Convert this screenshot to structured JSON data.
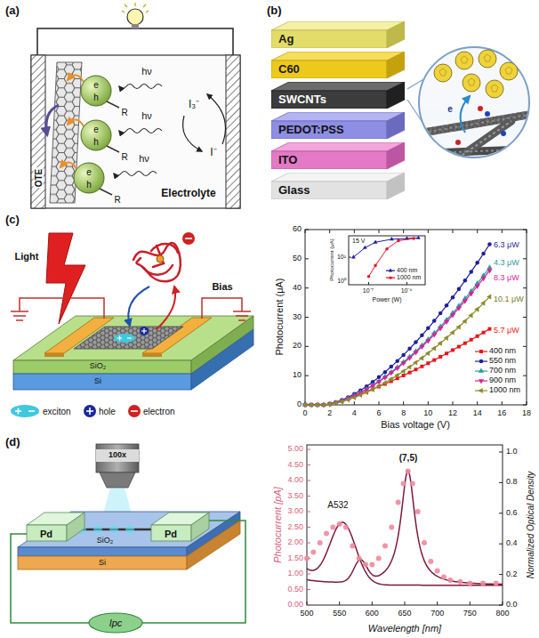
{
  "diagram": {
    "nodes": [
      {
        "text": [
          "Ag"
        ]
      },
      {
        "text": [
          "C60"
        ]
      },
      {
        "text": [
          "SWCNTs"
        ]
      },
      {
        "text": [
          "PEDOT:PSS"
        ]
      },
      {
        "text": [
          "ITO"
        ]
      },
      {
        "text": [
          "Glass"
        ]
      }
    ],
    "labels": [
      "(a)",
      "OTE",
      "Electrolyte",
      "I₃⁻",
      "I⁻",
      "hν",
      "hν",
      "hν",
      "e",
      "h",
      "e",
      "h",
      "e",
      "h",
      "R",
      "R",
      "R",
      "(b)",
      "e",
      "(c)",
      "Light",
      "SiO₂",
      "Si",
      "Bias",
      "exciton",
      "hole",
      "electron",
      "Photocurrent (μA)",
      "Bias voltage (V)",
      "0",
      "2",
      "4",
      "6",
      "8",
      "10",
      "12",
      "14",
      "16",
      "18",
      "0",
      "10",
      "20",
      "30",
      "40",
      "50",
      "60",
      "6.3 μW",
      "4.3 μW",
      "8.3 μW",
      "10.1 μW",
      "5.7 μW",
      "15 V",
      "Photocurrent (μA)",
      "Power (W)",
      "10¹",
      "10⁰",
      "10⁻⁷",
      "10⁻⁶",
      "(d)",
      "100x",
      "Pd",
      "Pd",
      "SiO₂",
      "Si",
      "Ipc",
      "Photocurrent [pA]",
      "Normalized Optical Density",
      "Wavelength [nm]",
      "A532",
      "(7,5)",
      "500",
      "550",
      "600",
      "650",
      "700",
      "750",
      "800",
      "0.00",
      "0.50",
      "1.00",
      "1.50",
      "2.00",
      "2.50",
      "3.00",
      "3.50",
      "4.00",
      "4.50",
      "5.00",
      "0.0",
      "0.2",
      "0.4",
      "0.6",
      "0.8",
      "1.0"
    ],
    "legend": [
      {
        "text": "400 nm"
      },
      {
        "text": "550 nm"
      },
      {
        "text": "700 nm"
      },
      {
        "text": "900 nm"
      },
      {
        "text": "1000 nm"
      },
      {
        "text": "400 nm"
      },
      {
        "text": "1000 nm"
      }
    ]
  }
}
